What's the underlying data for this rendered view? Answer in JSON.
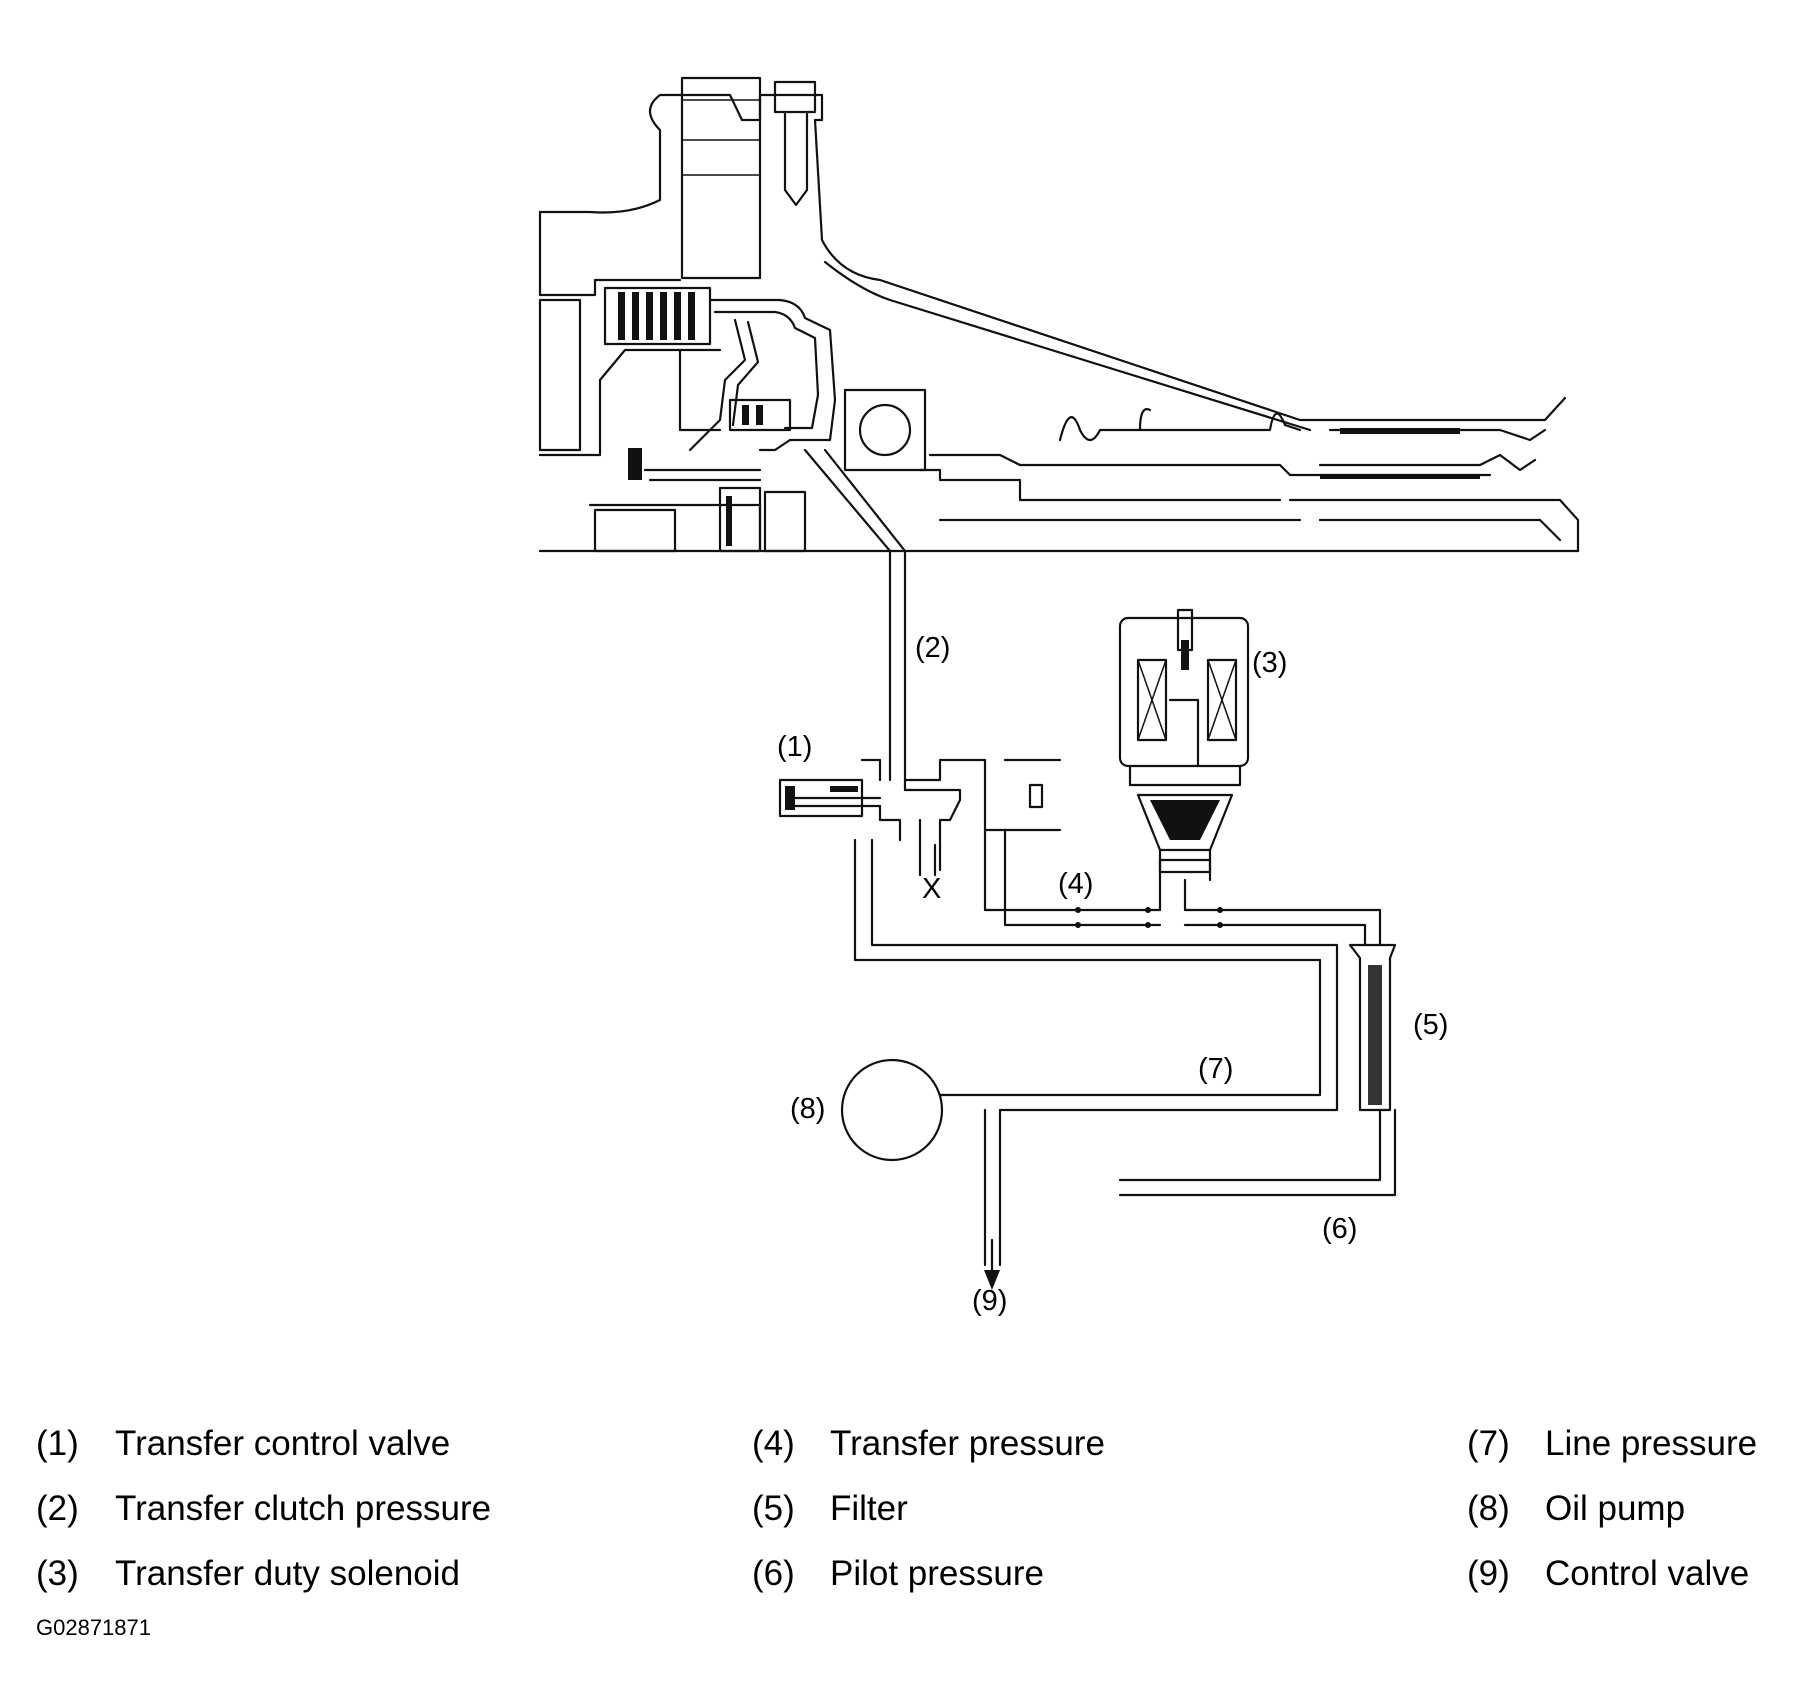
{
  "callouts": {
    "c1": "(1)",
    "c2": "(2)",
    "c3": "(3)",
    "c4": "(4)",
    "c5": "(5)",
    "c6": "(6)",
    "c7": "(7)",
    "c8": "(8)",
    "c9": "(9)",
    "drain": "X"
  },
  "legend": [
    {
      "num": "(1)",
      "text": "Transfer control valve"
    },
    {
      "num": "(2)",
      "text": "Transfer clutch pressure"
    },
    {
      "num": "(3)",
      "text": "Transfer duty solenoid"
    },
    {
      "num": "(4)",
      "text": "Transfer pressure"
    },
    {
      "num": "(5)",
      "text": "Filter"
    },
    {
      "num": "(6)",
      "text": "Pilot pressure"
    },
    {
      "num": "(7)",
      "text": "Line pressure"
    },
    {
      "num": "(8)",
      "text": "Oil pump"
    },
    {
      "num": "(9)",
      "text": "Control valve"
    }
  ],
  "figure_code": "G02871871"
}
